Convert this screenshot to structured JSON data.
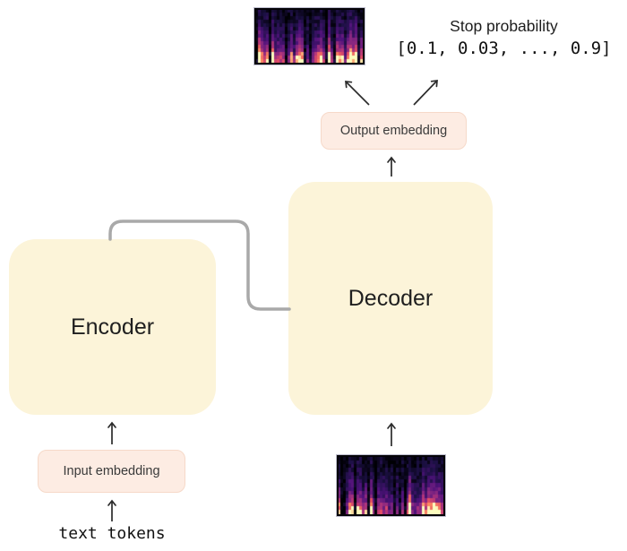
{
  "blocks": {
    "encoder": "Encoder",
    "decoder": "Decoder",
    "input_embedding": "Input embedding",
    "output_embedding": "Output embedding"
  },
  "labels": {
    "text_tokens": "text tokens"
  },
  "stop_probability": {
    "title": "Stop probability",
    "values": "[0.1, 0.03, ..., 0.9]"
  },
  "icons": {
    "top_image": "mel-spectrogram-image",
    "bottom_image": "mel-spectrogram-image",
    "arrowhead": "up-chevron-arrow"
  },
  "colors": {
    "block_fill": "#fcf4d9",
    "embedding_fill": "#fdece3",
    "embedding_border": "#f6d9c9",
    "connector": "#a9a9a9",
    "arrow": "#2b2b2b",
    "text": "#1c1c1c",
    "spectrogram_bg": "#000004"
  }
}
